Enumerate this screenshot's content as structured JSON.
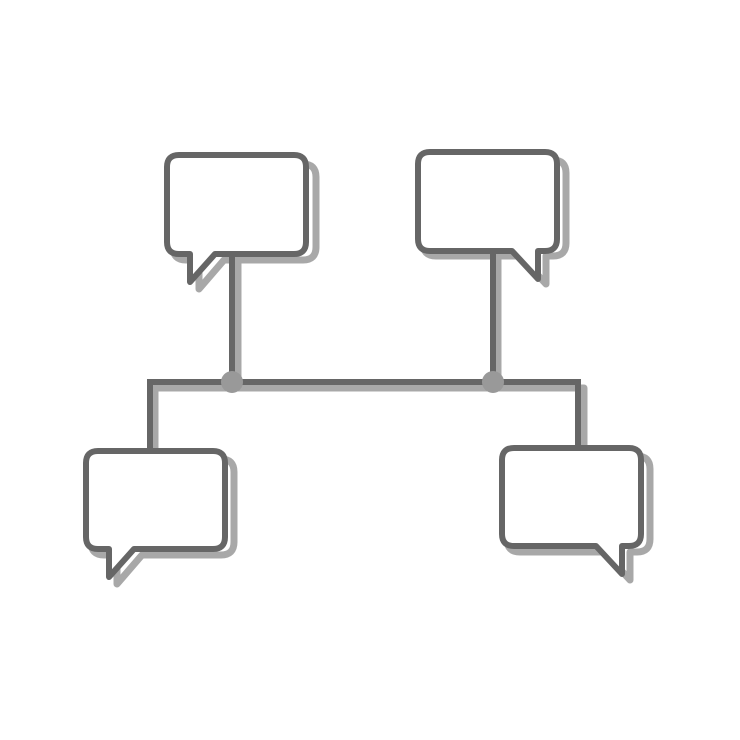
{
  "colors": {
    "background": "#ffffff",
    "outline": "#666666",
    "shadow": "#a8a8a8",
    "connector": "#666666",
    "junction": "#999999",
    "bubble_fill": "#ffffff"
  },
  "icons": {
    "speech_bubble": "speech-bubble-icon",
    "junction_node": "junction-node-icon"
  },
  "diagram": {
    "bubbles": [
      {
        "id": "top-left",
        "tail": "bottom-left"
      },
      {
        "id": "top-right",
        "tail": "bottom-right"
      },
      {
        "id": "bottom-left",
        "tail": "bottom-left"
      },
      {
        "id": "bottom-right",
        "tail": "bottom-right"
      }
    ],
    "junctions": 2
  }
}
